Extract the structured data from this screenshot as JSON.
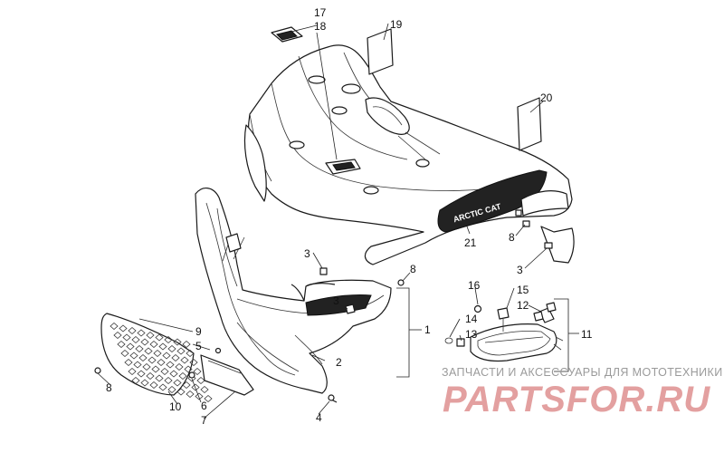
{
  "diagram": {
    "callouts": {
      "c17": "17",
      "c18": "18",
      "c19": "19",
      "c20": "20",
      "c21": "21",
      "c8a": "8",
      "c3a": "3",
      "c3b": "3",
      "c8b": "8",
      "c3c": "3",
      "c1": "1",
      "c9": "9",
      "c5": "5",
      "c2": "2",
      "c8c": "8",
      "c10": "10",
      "c6": "6",
      "c7": "7",
      "c4": "4",
      "c16": "16",
      "c15": "15",
      "c12": "12",
      "c14": "14",
      "c13": "13",
      "c11": "11"
    },
    "decal_text": "ARCTIC CAT"
  },
  "watermark": {
    "caption": "ЗАПЧАСТИ И АКСЕССУАРЫ ДЛЯ МОТОТЕХНИКИ",
    "brand": "PARTSFOR.RU",
    "brand_color": "#e3a0a0"
  }
}
